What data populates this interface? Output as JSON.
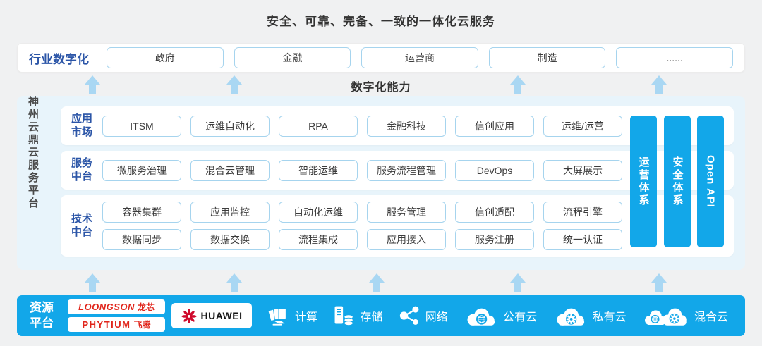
{
  "title": "安全、可靠、完备、一致的一体化云服务",
  "industry": {
    "label": "行业数字化",
    "boxes": [
      "政府",
      "金融",
      "运营商",
      "制造",
      "......"
    ]
  },
  "capability_label": "数字化能力",
  "platform": {
    "side_label": "神州云鼎云服务平台",
    "rows": [
      {
        "label": "应用市场",
        "boxes": [
          "ITSM",
          "运维自动化",
          "RPA",
          "金融科技",
          "信创应用",
          "运维/运营"
        ]
      },
      {
        "label": "服务中台",
        "boxes": [
          "微服务治理",
          "混合云管理",
          "智能运维",
          "服务流程管理",
          "DevOps",
          "大屏展示"
        ]
      },
      {
        "label": "技术中台",
        "top": [
          "容器集群",
          "应用监控",
          "自动化运维",
          "服务管理",
          "信创适配",
          "流程引擎"
        ],
        "bottom": [
          "数据同步",
          "数据交换",
          "流程集成",
          "应用接入",
          "服务注册",
          "统一认证"
        ]
      }
    ],
    "pillars": [
      "运营体系",
      "安全体系",
      "Open API"
    ]
  },
  "resources": {
    "label": "资源平台",
    "vendors": {
      "loongson_en": "LOONGSON",
      "loongson_cn": "龙芯",
      "phytium_en": "PHYTIUM",
      "phytium_cn": "飞腾",
      "huawei": "HUAWEI"
    },
    "items": [
      {
        "icon": "compute-icon",
        "label": "计算"
      },
      {
        "icon": "storage-icon",
        "label": "存储"
      },
      {
        "icon": "network-icon",
        "label": "网络"
      },
      {
        "icon": "public-cloud-icon",
        "label": "公有云"
      },
      {
        "icon": "private-cloud-icon",
        "label": "私有云"
      },
      {
        "icon": "hybrid-cloud-icon",
        "label": "混合云"
      }
    ]
  },
  "colors": {
    "accent_blue": "#12a7e9",
    "label_blue": "#2b55a7",
    "arrow_blue": "#a9d7f3",
    "panel_bg": "#e8f4fb",
    "box_border": "#a6d4ee",
    "logo_red": "#e1251b",
    "huawei_red": "#cf0a2c"
  }
}
